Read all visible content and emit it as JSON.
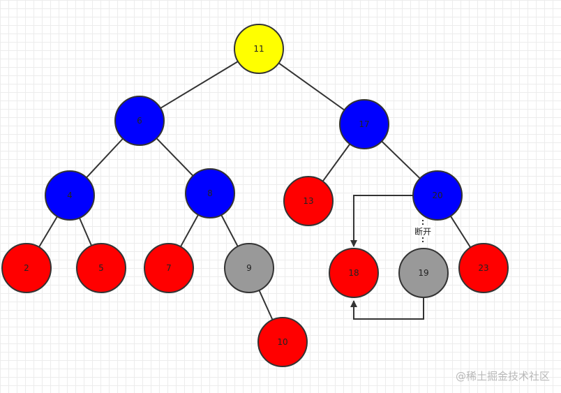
{
  "nodes": {
    "n11": {
      "label": "11",
      "color": "#ffff00"
    },
    "n6": {
      "label": "6",
      "color": "#0000ff"
    },
    "n17": {
      "label": "17",
      "color": "#0000ff"
    },
    "n4": {
      "label": "4",
      "color": "#0000ff"
    },
    "n8": {
      "label": "8",
      "color": "#0000ff"
    },
    "n13": {
      "label": "13",
      "color": "#ff0000"
    },
    "n20": {
      "label": "20",
      "color": "#0000ff"
    },
    "n2": {
      "label": "2",
      "color": "#ff0000"
    },
    "n5": {
      "label": "5",
      "color": "#ff0000"
    },
    "n7": {
      "label": "7",
      "color": "#ff0000"
    },
    "n9": {
      "label": "9",
      "color": "#999999"
    },
    "n18": {
      "label": "18",
      "color": "#ff0000"
    },
    "n19": {
      "label": "19",
      "color": "#999999"
    },
    "n23": {
      "label": "23",
      "color": "#ff0000"
    },
    "n10": {
      "label": "10",
      "color": "#ff0000"
    }
  },
  "edges": [
    [
      "n11",
      "n6"
    ],
    [
      "n11",
      "n17"
    ],
    [
      "n6",
      "n4"
    ],
    [
      "n6",
      "n8"
    ],
    [
      "n4",
      "n2"
    ],
    [
      "n4",
      "n5"
    ],
    [
      "n8",
      "n7"
    ],
    [
      "n8",
      "n9"
    ],
    [
      "n9",
      "n10"
    ],
    [
      "n17",
      "n13"
    ],
    [
      "n17",
      "n20"
    ],
    [
      "n20",
      "n23"
    ]
  ],
  "break_label": "断开",
  "watermark": "@稀土掘金技术社区"
}
